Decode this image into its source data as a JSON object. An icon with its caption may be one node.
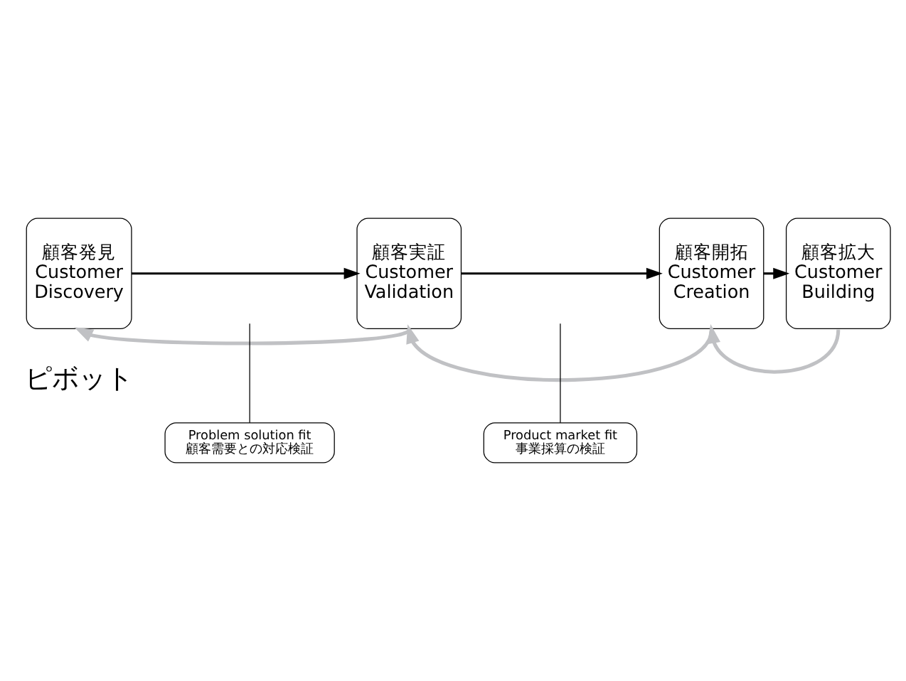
{
  "diagram": {
    "nodes": [
      {
        "text": [
          "顧客発見 Customer Discovery"
        ]
      },
      {
        "text": [
          "顧客実証 Customer Validation"
        ]
      },
      {
        "text": [
          "顧客開拓 Customer Creation"
        ]
      },
      {
        "text": [
          "顧客拡大 Customer Building"
        ]
      },
      {
        "text": [
          "Problem solution fit 顧客需要との対応検証"
        ]
      },
      {
        "text": [
          "Product market fit 事業採算の検証"
        ]
      }
    ],
    "edges": [
      {
        "from": 0,
        "to": 1,
        "arrow": "to"
      },
      {
        "from": 1,
        "to": 2,
        "arrow": "to"
      },
      {
        "from": 2,
        "to": 3,
        "arrow": "to"
      },
      {
        "from": 4,
        "to": null,
        "arrow": "none"
      },
      {
        "from": 5,
        "to": null,
        "arrow": "none"
      },
      {
        "from": 1,
        "to": 0,
        "arrow": "to",
        "color": "#c0c1c4"
      },
      {
        "from": 2,
        "to": 1,
        "arrow": "to",
        "color": "#c0c1c4"
      },
      {
        "from": 3,
        "to": 2,
        "arrow": "to",
        "color": "#c0c1c4"
      }
    ],
    "labels": [
      "ピボット"
    ]
  }
}
